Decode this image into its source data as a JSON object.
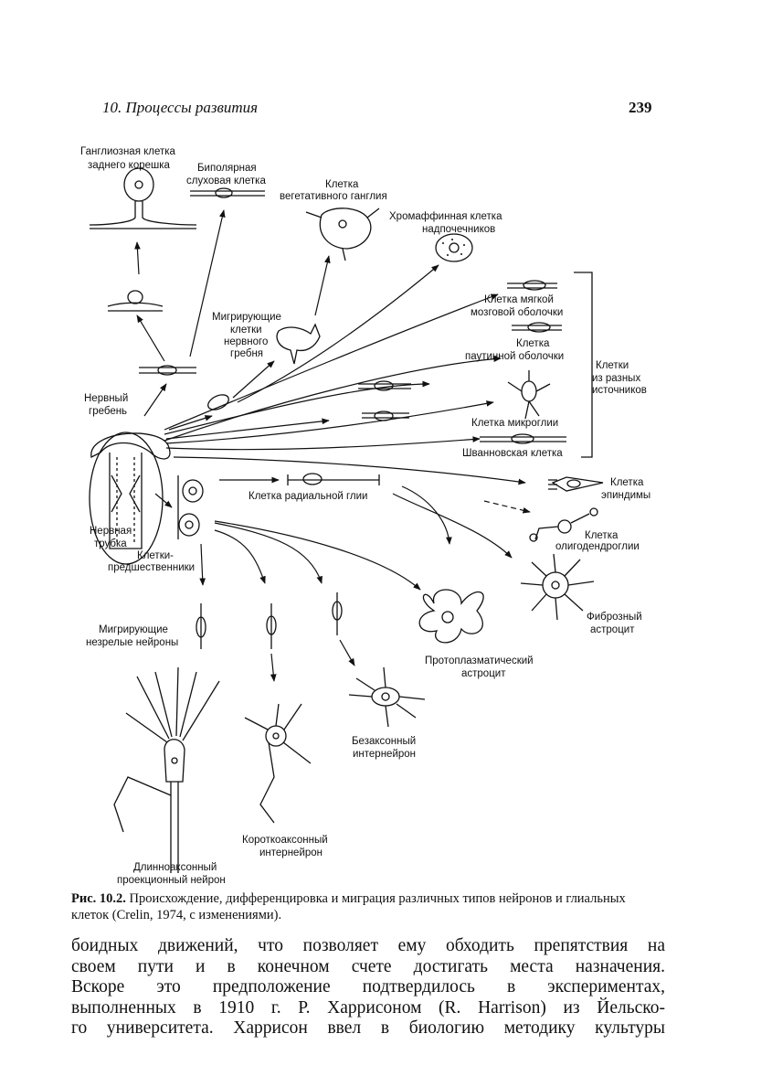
{
  "header": {
    "chapter": "10. Процессы развития",
    "page_number": "239"
  },
  "figure": {
    "labels": {
      "ganglion_1": "Ганглиозная клетка",
      "ganglion_2": "заднего корешка",
      "bipolar_1": "Биполярная",
      "bipolar_2": "слуховая клетка",
      "veg_1": "Клетка",
      "veg_2": "вегетативного ганглия",
      "chrom_1": "Хромаффинная клетка",
      "chrom_2": "надпочечников",
      "pia_1": "Клетка мягкой",
      "pia_2": "мозговой оболочки",
      "arach_1": "Клетка",
      "arach_2": "паутинной оболочки",
      "sources_1": "Клетки",
      "sources_2": "из разных",
      "sources_3": "источников",
      "migr_crest_1": "Мигрирующие",
      "migr_crest_2": "клетки",
      "migr_crest_3": "нервного",
      "migr_crest_4": "гребня",
      "crest_1": "Нервный",
      "crest_2": "гребень",
      "microglia": "Клетка микроглии",
      "schwann": "Шванновская клетка",
      "ependyma_1": "Клетка",
      "ependyma_2": "эпиндимы",
      "radial": "Клетка радиальной глии",
      "oligo_1": "Клетка",
      "oligo_2": "олигодендроглии",
      "tube_1": "Нервная",
      "tube_2": "трубка",
      "precursor_1": "Клетки-",
      "precursor_2": "предшественники",
      "fibrous_1": "Фиброзный",
      "fibrous_2": "астроцит",
      "migr_neur_1": "Мигрирующие",
      "migr_neur_2": "незрелые нейроны",
      "proto_1": "Протоплазматический",
      "proto_2": "астроцит",
      "axonless_1": "Безаксонный",
      "axonless_2": "интернейрон",
      "short_1": "Короткоаксонный",
      "short_2": "интернейрон",
      "long_1": "Длинноаксонный",
      "long_2": "проекционный нейрон"
    }
  },
  "caption": {
    "label": "Рис. 10.2.",
    "text": "Происхождение, дифференцировка и миграция различных типов нейронов и глиальных клеток (Crelin, 1974, с изменениями)."
  },
  "body_lines": [
    "боидных движений, что позволяет ему обходить препятствия на",
    "своем пути и в конечном счете достигать места назначения.",
    "Вскоре это предположение подтвердилось в экспериментах,",
    "выполненных в 1910 г. Р. Харрисоном (R. Harrison) из Йельско-",
    "го университета. Харрисон ввел в биологию методику культуры"
  ]
}
